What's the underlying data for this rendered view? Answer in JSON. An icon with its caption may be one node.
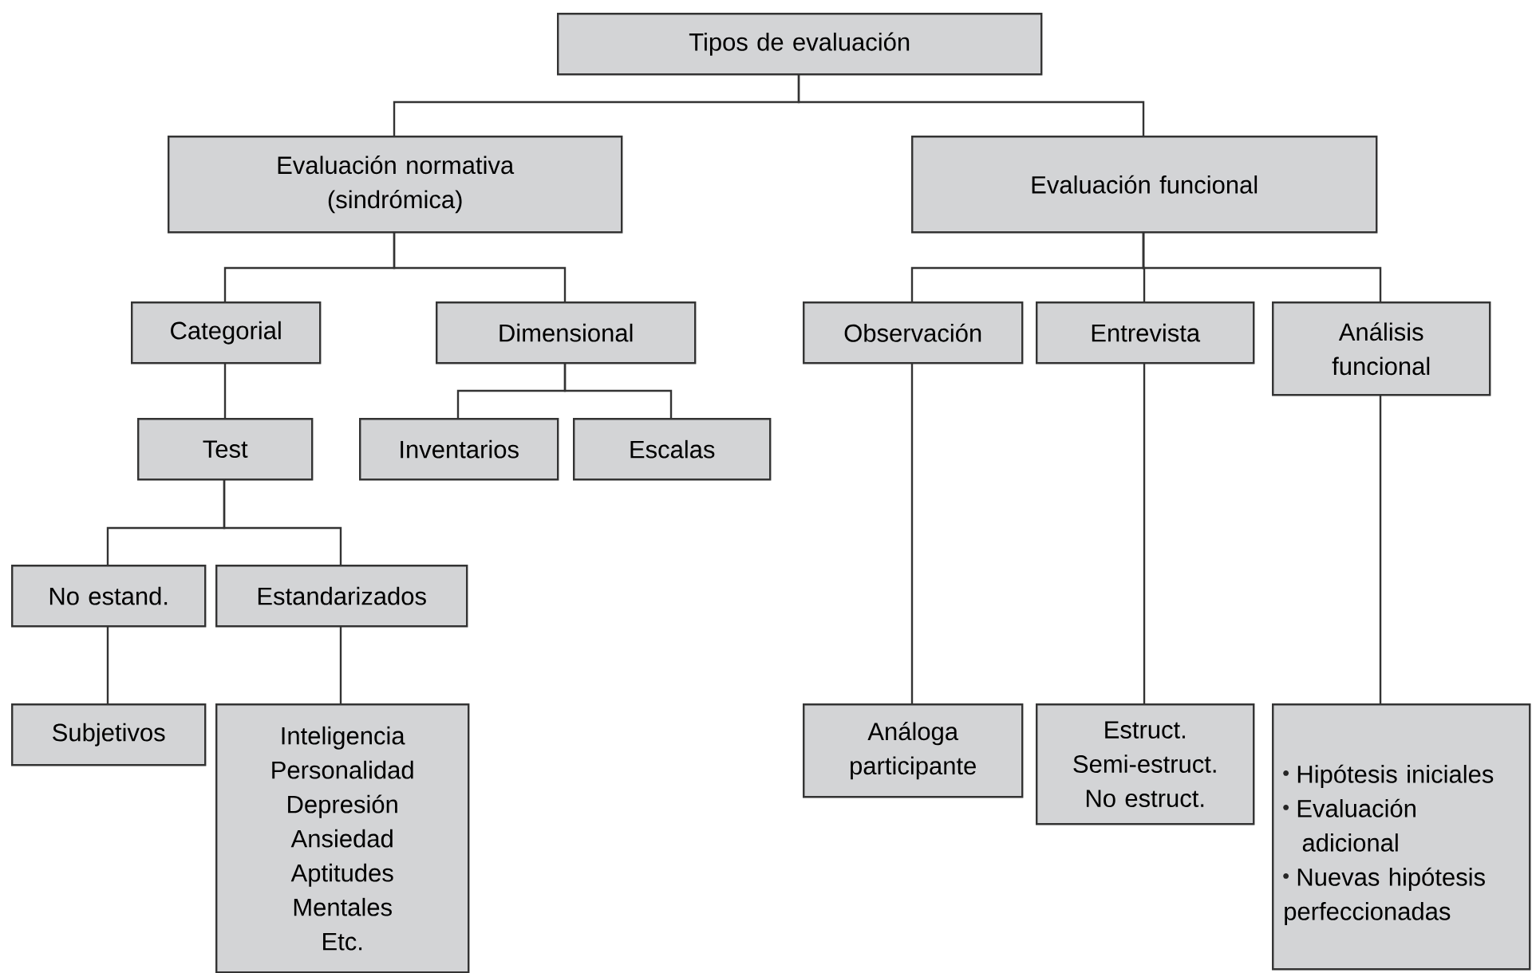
{
  "diagram": {
    "nodes": [
      {
        "text": [
          "Tipos de evaluación"
        ]
      },
      {
        "text": [
          "Evaluación normativa (sindrómica)"
        ]
      },
      {
        "text": [
          "Evaluación funcional"
        ]
      },
      {
        "text": [
          "Categorial"
        ]
      },
      {
        "text": [
          "Dimensional"
        ]
      },
      {
        "text": [
          "Observación"
        ]
      },
      {
        "text": [
          "Entrevista"
        ]
      },
      {
        "text": [
          "Análisis funcional"
        ]
      },
      {
        "text": [
          "Test"
        ]
      },
      {
        "text": [
          "Inventarios"
        ]
      },
      {
        "text": [
          "Escalas"
        ]
      },
      {
        "text": [
          "No estand."
        ]
      },
      {
        "text": [
          "Estandarizados"
        ]
      },
      {
        "text": [
          "Subjetivos"
        ]
      },
      {
        "text": [
          "Inteligencia",
          "Personalidad",
          "Depresión",
          "Ansiedad",
          "Aptitudes",
          "Mentales",
          "Etc."
        ]
      },
      {
        "text": [
          "Análoga participante"
        ]
      },
      {
        "text": [
          "Estruct.",
          "Semi-estruct.",
          "No estruct."
        ]
      },
      {
        "text": [
          "Hipótesis iniciales",
          "Evaluación adicional",
          "Nuevas hipótesis perfeccionadas"
        ]
      }
    ],
    "edges": [
      {
        "from": 0,
        "to": 1,
        "arrow": "none"
      },
      {
        "from": 0,
        "to": 2,
        "arrow": "none"
      },
      {
        "from": 1,
        "to": 3,
        "arrow": "none"
      },
      {
        "from": 1,
        "to": 4,
        "arrow": "none"
      },
      {
        "from": 2,
        "to": 5,
        "arrow": "none"
      },
      {
        "from": 2,
        "to": 6,
        "arrow": "none"
      },
      {
        "from": 2,
        "to": 7,
        "arrow": "none"
      },
      {
        "from": 3,
        "to": 8,
        "arrow": "none"
      },
      {
        "from": 4,
        "to": 9,
        "arrow": "none"
      },
      {
        "from": 4,
        "to": 10,
        "arrow": "none"
      },
      {
        "from": 8,
        "to": 11,
        "arrow": "none"
      },
      {
        "from": 8,
        "to": 12,
        "arrow": "none"
      },
      {
        "from": 11,
        "to": 13,
        "arrow": "none"
      },
      {
        "from": 12,
        "to": 14,
        "arrow": "none"
      },
      {
        "from": 5,
        "to": 15,
        "arrow": "none"
      },
      {
        "from": 6,
        "to": 16,
        "arrow": "none"
      },
      {
        "from": 7,
        "to": 17,
        "arrow": "none"
      }
    ]
  }
}
